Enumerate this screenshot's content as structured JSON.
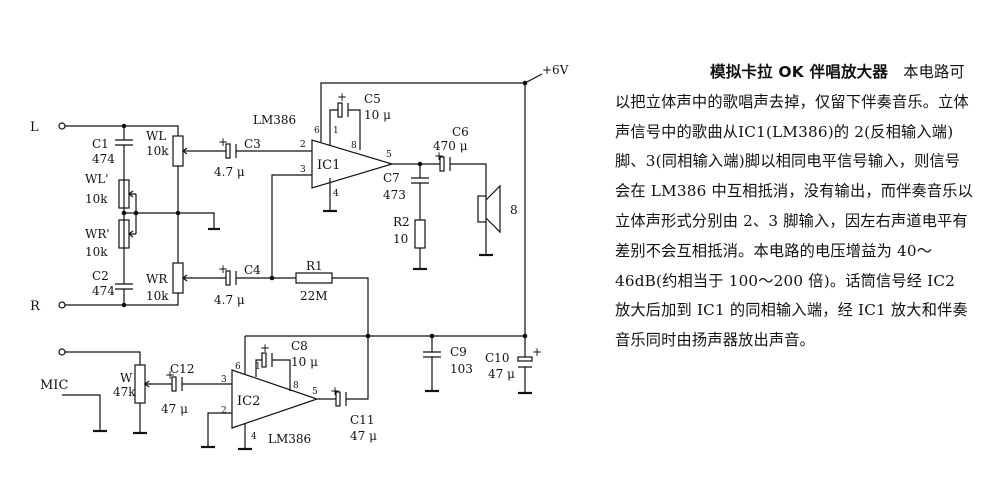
{
  "description": {
    "title": "模拟卡拉 OK 伴唱放大器",
    "body": "本电路可以把立体声中的歌唱声去掉，仅留下伴奏音乐。立体声信号中的歌曲从IC1(LM386)的 2(反相输入端)脚、3(同相输入端)脚以相同电平信号输入，则信号会在 LM386 中互相抵消，没有输出，而伴奏音乐以立体声形式分别由 2、3 脚输入，因左右声道电平有差别不会互相抵消。本电路的电压增益为 40～46dB(约相当于 100～200 倍)。话筒信号经 IC2 放大后加到 IC1 的同相输入端，经 IC1 放大和伴奏音乐同时由扬声器放出声音。"
  },
  "circuit": {
    "inputs": {
      "left": "L",
      "right": "R",
      "mic": "MIC"
    },
    "supply": "+6V",
    "ic1": {
      "name": "IC1",
      "part": "LM386",
      "pins": {
        "inv": "2",
        "noninv": "3",
        "gain_a": "1",
        "vcc": "6",
        "gain_b": "8",
        "out": "5",
        "gnd": "4"
      }
    },
    "ic2": {
      "name": "IC2",
      "part": "LM386",
      "pins": {
        "inv": "2",
        "noninv": "3",
        "gain_a": "1",
        "vcc": "6",
        "gain_b": "8",
        "out": "5",
        "gnd": "4"
      }
    },
    "components": {
      "c1": {
        "name": "C1",
        "value": "474"
      },
      "c2": {
        "name": "C2",
        "value": "474"
      },
      "c3": {
        "name": "C3",
        "value": "4.7 μ"
      },
      "c4": {
        "name": "C4",
        "value": "4.7 μ"
      },
      "c5": {
        "name": "C5",
        "value": "10 μ"
      },
      "c6": {
        "name": "C6",
        "value": "470 μ"
      },
      "c7": {
        "name": "C7",
        "value": "473"
      },
      "c8": {
        "name": "C8",
        "value": "10 μ"
      },
      "c9": {
        "name": "C9",
        "value": "103"
      },
      "c10": {
        "name": "C10",
        "value": "47 μ"
      },
      "c11": {
        "name": "C11",
        "value": "47 μ"
      },
      "c12": {
        "name": "C12",
        "value": "47 μ"
      },
      "wl": {
        "name": "WL",
        "value": "10k"
      },
      "wl2": {
        "name": "WL'",
        "value": "10k"
      },
      "wr2": {
        "name": "WR'",
        "value": "10k"
      },
      "wr": {
        "name": "WR",
        "value": "10k"
      },
      "w": {
        "name": "W",
        "value": "47k"
      },
      "r1": {
        "name": "R1",
        "value": "22M"
      },
      "r2": {
        "name": "R2",
        "value": "10"
      },
      "speaker": {
        "value": "8"
      }
    },
    "polarity": "+"
  }
}
